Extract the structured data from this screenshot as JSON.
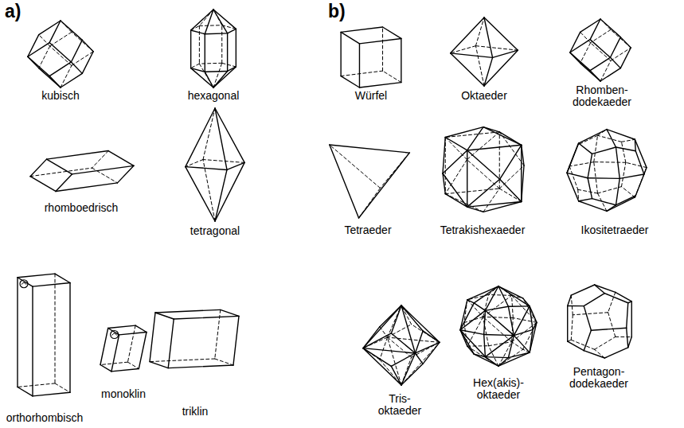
{
  "diagram": {
    "labels": [
      "a)",
      "kubisch",
      "hexagonal",
      "rhomboedrisch",
      "tetragonal",
      "orthorhombisch",
      "monoklin",
      "triklin",
      "b)",
      "Würfel",
      "Oktaeder",
      "Rhomben- dodekaeder",
      "Tetraeder",
      "Tetrakishexaeder",
      "Ikositetraeder",
      "Tris- oktaeder",
      "Hex(akis)- oktaeder",
      "Pentagon- dodekaeder"
    ]
  }
}
